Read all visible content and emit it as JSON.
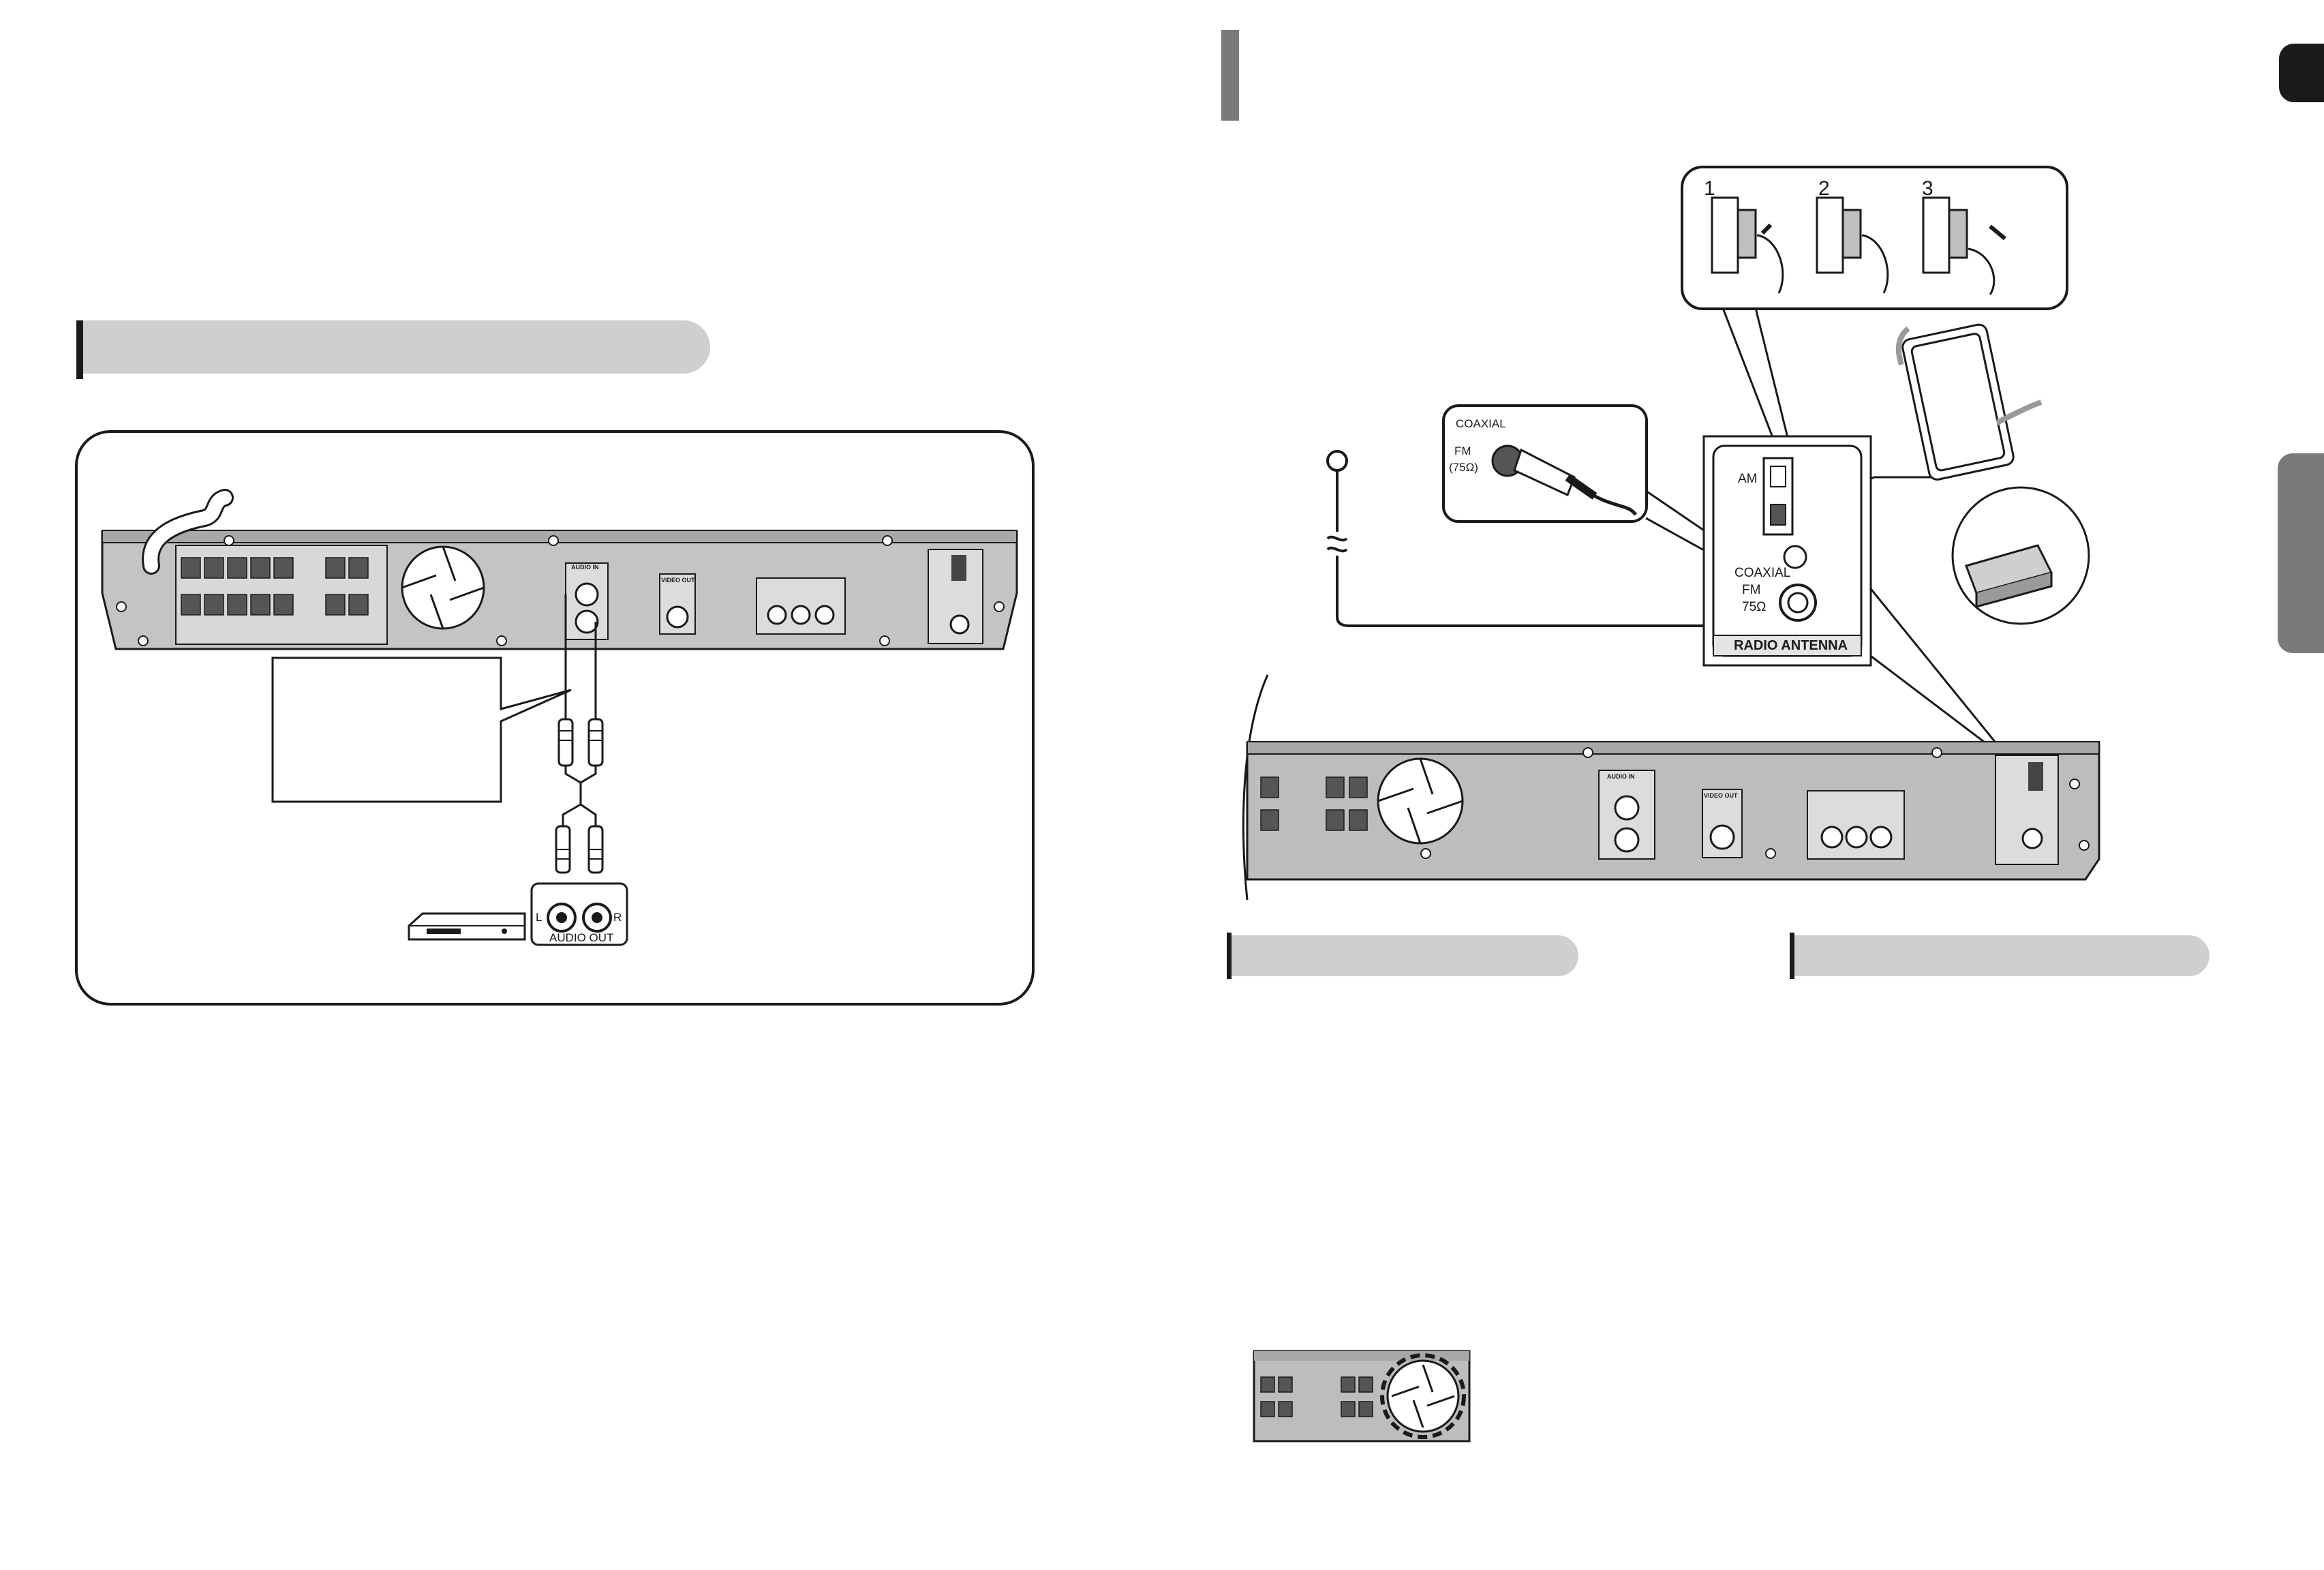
{
  "left_diagram": {
    "audio_in_label": "AUDIO IN",
    "video_out_label": "VIDEO OUT",
    "audio_out_label": "AUDIO OUT",
    "channel_l": "L",
    "channel_r": "R"
  },
  "right_diagram": {
    "step_1": "1",
    "step_2": "2",
    "step_3": "3",
    "coaxial_label": "COAXIAL",
    "fm_label": "FM",
    "fm_ohm_label": "(75Ω)",
    "am_label": "AM",
    "panel_coaxial_label": "COAXIAL",
    "panel_fm_label": "FM",
    "panel_ohm_label": "75Ω",
    "radio_antenna_label": "RADIO ANTENNA",
    "audio_in_label": "AUDIO IN",
    "video_out_label": "VIDEO OUT"
  },
  "colors": {
    "header_bar": "#cfcfcf",
    "accent_bar": "#1a1a1a",
    "chapter_bar": "#7a7a7a",
    "side_tab": "#7a7a7a",
    "page_tab": "#1a1a1a",
    "unit_body": "#bdbdbd"
  }
}
